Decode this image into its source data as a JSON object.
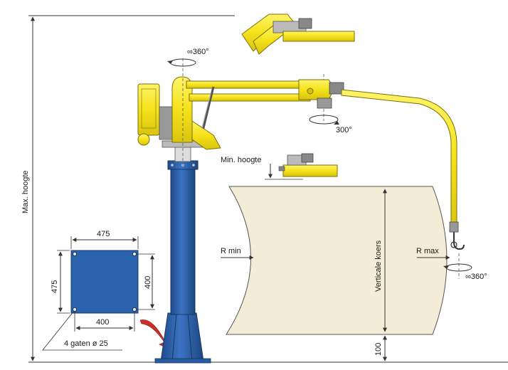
{
  "labels": {
    "max_height": "Max. hoogte",
    "min_height": "Min. hoogte",
    "rotation_column": "∞360°",
    "rotation_arm": "300°",
    "rotation_hook": "∞360°",
    "r_min": "R min",
    "r_max": "R max",
    "vertical_stroke": "Verticale koers",
    "floor_clearance": "100",
    "base_width": "475",
    "base_height": "475",
    "hole_spacing_x": "400",
    "hole_spacing_y": "400",
    "holes_note": "4 gaten ø 25"
  },
  "colors": {
    "arm_yellow": "#f5e21a",
    "column_blue": "#2c5fa8",
    "base_plate_blue": "#2a62ad",
    "work_area": "#f3ecd6",
    "arrow_red": "#c9302a",
    "line": "#333333"
  }
}
